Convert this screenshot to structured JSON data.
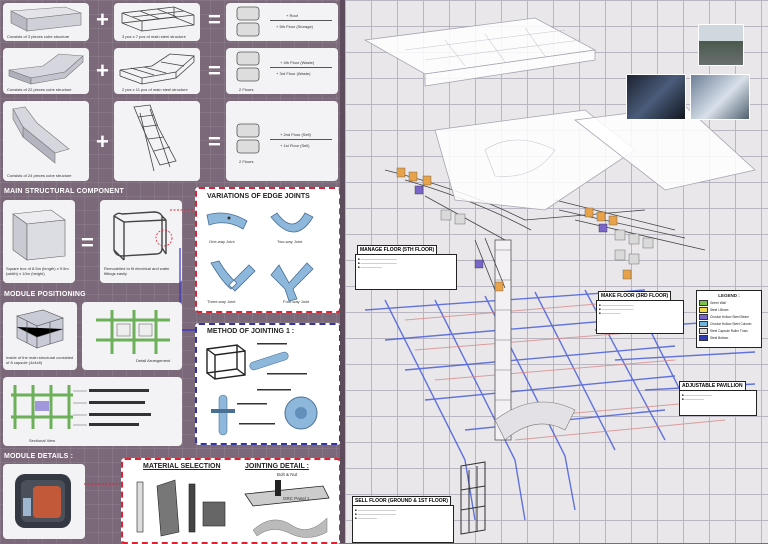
{
  "rows": [
    {
      "caption": "Consists of 3 pieces cube structure",
      "frame_caption": "3 pcs x 7 pcs of main steel structure",
      "eq_top": "+ Roof",
      "eq_bottom": "+ 5th Floor (Storage)"
    },
    {
      "caption": "Consists of 22 pieces cube structure",
      "frame_caption": "2 pcs x 11 pcs of main steel structure",
      "eq_top": "+ 4th Floor (Waste)",
      "eq_bottom": "+ 3rd Floor (Waste)",
      "eq_note": "2 Floors"
    },
    {
      "caption": "Consists of 24 pieces cube structure",
      "frame_caption": "",
      "eq_top": "+ 2nd Floor (Sell)",
      "eq_bottom": "+ 1st Floor (Sell)",
      "eq_note": "2 Floors"
    }
  ],
  "main_component": {
    "title": "MAIN STRUCTURAL COMPONENT",
    "cube_caption": "Square box of 8.5m (length) x 9.5m (width) x 10m (height)",
    "frame_caption": "Remodelled to fit electrical and water fittings easily"
  },
  "edge_joints": {
    "title": "VARIATIONS OF EDGE JOINTS",
    "labels": [
      "One-way Joint",
      "Two-way Joint",
      "Three-way Joint",
      "Four-way Joint"
    ]
  },
  "module_positioning": {
    "title": "MODULE POSITIONING",
    "caption1": "Inside of the main structural consisted of 8 capsule (4x4x8)",
    "caption2": "Detail Arrangement",
    "section_caption": "Sectional View"
  },
  "jointing": {
    "title": "METHOD OF JOINTING 1 :"
  },
  "module_details": {
    "title": "MODULE DETAILS :",
    "material": "MATERIAL SELECTION",
    "jointing_detail": "JOINTING DETAIL :",
    "bolt": "Bolt & Nut",
    "grc": "GRC Panel 1"
  },
  "floor_labels": {
    "manage": "MANAGE FLOOR (5TH FLOOR)",
    "make": "MAKE FLOOR (3RD FLOOR)",
    "pavilion": "ADJUSTABLE PAVILLION",
    "sell": "SELL FLOOR (GROUND & 1ST FLOOR)",
    "legend": "LEGEND :"
  },
  "legend_items": [
    {
      "label": "Green Wall",
      "color": "#7dbf4c"
    },
    {
      "label": "Steel I-Beam",
      "color": "#f1d94a"
    },
    {
      "label": "Circular Hollow Steel Beam",
      "color": "#7a64c9"
    },
    {
      "label": "Circular Hollow Steel Column",
      "color": "#6db7e0"
    },
    {
      "label": "Steel Capsule Roller Truss",
      "color": "#d9d9d9"
    },
    {
      "label": "Steel Bottom",
      "color": "#2d3bb5"
    }
  ],
  "colors": {
    "left_bg": "#7b6878",
    "accent_red": "#dd2233",
    "accent_blue": "#3333aa",
    "grid": "#b9b6c2"
  }
}
